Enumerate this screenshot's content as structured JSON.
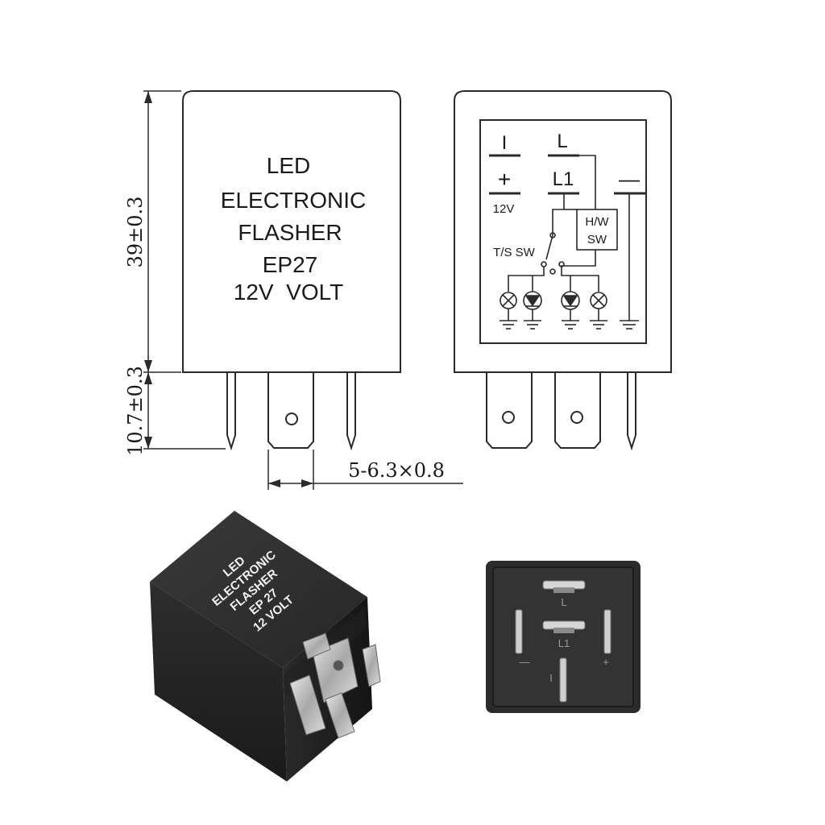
{
  "front_view": {
    "lines": [
      "LED",
      "ELECTRONIC",
      "FLASHER",
      "EP27",
      "12V  VOLT"
    ]
  },
  "dimensions": {
    "height": "39±0.3",
    "pin_length": "10.7±0.3",
    "pin_width": "5-6.3×0.8"
  },
  "schematic": {
    "terminal_i": "I",
    "terminal_l": "L",
    "terminal_plus": "+",
    "terminal_l1": "L1",
    "terminal_minus": "—",
    "supply": "12V",
    "hw_switch_line1": "H/W",
    "hw_switch_line2": "SW",
    "ts_switch": "T/S SW"
  },
  "photo_front": {
    "lines": [
      "LED",
      "ELECTRONIC",
      "FLASHER",
      "EP 27",
      "12 VOLT"
    ]
  },
  "photo_bottom": {
    "pin_l": "L",
    "pin_l1": "L1",
    "pin_minus": "—",
    "pin_plus": "+",
    "pin_i": "I"
  },
  "colors": {
    "line": "#2a2a2a",
    "housing_dark": "#2b2b2b",
    "photo_text": "#f2f2f2"
  }
}
